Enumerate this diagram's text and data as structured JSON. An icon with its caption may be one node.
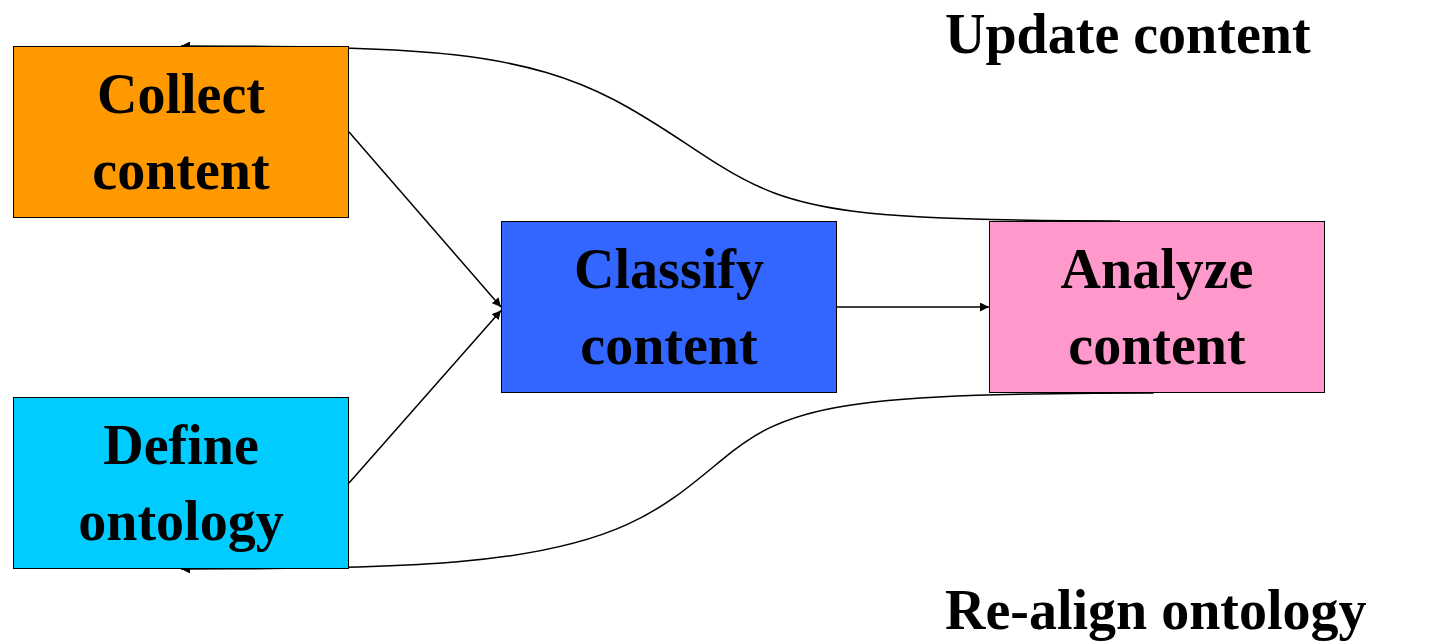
{
  "diagram": {
    "nodes": [
      {
        "text": [
          "Collect content"
        ]
      },
      {
        "text": [
          "Define ontology"
        ]
      },
      {
        "text": [
          "Classify content"
        ]
      },
      {
        "text": [
          "Analyze content"
        ]
      }
    ],
    "edges": [
      {
        "from": 0,
        "to": 2,
        "arrow": "to"
      },
      {
        "from": 1,
        "to": 2,
        "arrow": "to"
      },
      {
        "from": 2,
        "to": 3,
        "arrow": "to"
      },
      {
        "from": 3,
        "to": 0,
        "arrow": "to"
      },
      {
        "from": 3,
        "to": 1,
        "arrow": "to"
      }
    ],
    "labels": [
      "Update content",
      "Re-align ontology"
    ]
  }
}
